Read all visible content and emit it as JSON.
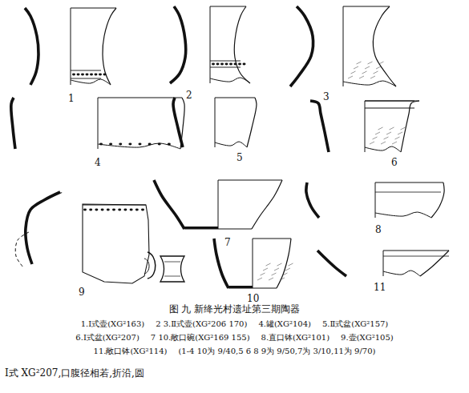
{
  "diagram": {
    "caption": "图 九 新绛光村遗址第三期陶器",
    "labels": [
      "1",
      "2",
      "3",
      "4",
      "5",
      "6",
      "7",
      "8",
      "9",
      "10",
      "11",
      "1.Ⅰ式壶(XG²163)",
      "2 3.Ⅱ式壶(XG²206 170)",
      "4.罐(XG²104)",
      "5.Ⅱ式盆(XG²157)",
      "6.Ⅰ式盆(XG²207)",
      "7 10.敞口碗(XG²169 155)",
      "8.直口钵(XG²101)",
      "9.壶(XG²105)",
      "11.敞口钵(XG²114)",
      "(1-4 10为 9/40,5 6 8 9为 9/50,7为 3/10,11为 9/70)",
      "Ⅰ式 XG²207,口腹径相若,折沿,圆"
    ]
  }
}
